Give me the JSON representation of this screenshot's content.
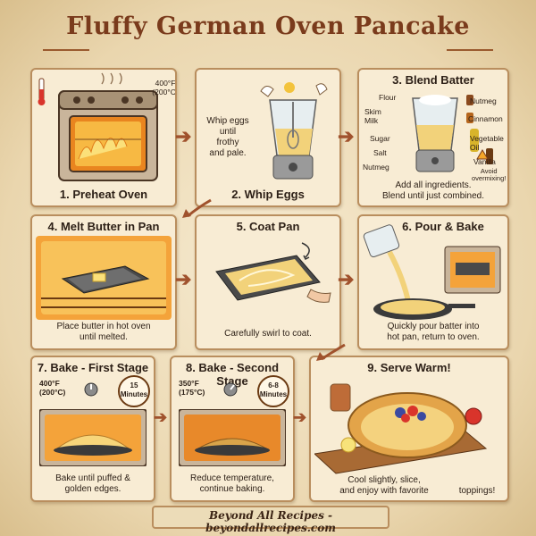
{
  "title": "Fluffy German Oven Pancake",
  "footer": "Beyond All Recipes - beyondallrecipes.com",
  "steps": [
    {
      "label": "1. Preheat Oven",
      "note": "400°F\n(200°C)"
    },
    {
      "label": "2. Whip Eggs",
      "caption": "Whip eggs\nuntil\nfrothy\nand pale."
    },
    {
      "label": "3. Blend Batter",
      "caption": "Add all ingredients.\nBlend until just combined.",
      "ingredients": [
        "Flour",
        "Skim\nMilk",
        "Sugar",
        "Salt",
        "Nutmeg",
        "Nutmeg",
        "Cinnamon",
        "Vegetable\nOil",
        "Vanilla"
      ],
      "warning": "Avoid\novermixing!"
    },
    {
      "label": "4. Melt Butter in Pan",
      "caption": "Place butter in hot oven\nuntil melted."
    },
    {
      "label": "5. Coat Pan",
      "caption": "Carefully swirl to coat."
    },
    {
      "label": "6. Pour & Bake",
      "caption": "Quickly pour batter into\nhot pan, return to oven."
    },
    {
      "label": "7. Bake - First Stage",
      "temp": "400°F\n(200°C)",
      "time": "15\nMinutes",
      "caption": "Bake until puffed &\ngolden edges."
    },
    {
      "label": "8. Bake - Second Stage",
      "temp": "350°F\n(175°C)",
      "time": "6-8\nMinutes",
      "caption": "Reduce temperature,\ncontinue baking."
    },
    {
      "label": "9. Serve Warm!",
      "caption": "Cool slightly, slice,\nand enjoy with favorite",
      "caption2": "toppings!"
    }
  ],
  "colors": {
    "accent": "#a0522d",
    "title": "#7a3b1c",
    "panel": "#f8ecd4",
    "border": "#b98e5e",
    "flame": "#f29a2e",
    "batter": "#f2d27a"
  }
}
